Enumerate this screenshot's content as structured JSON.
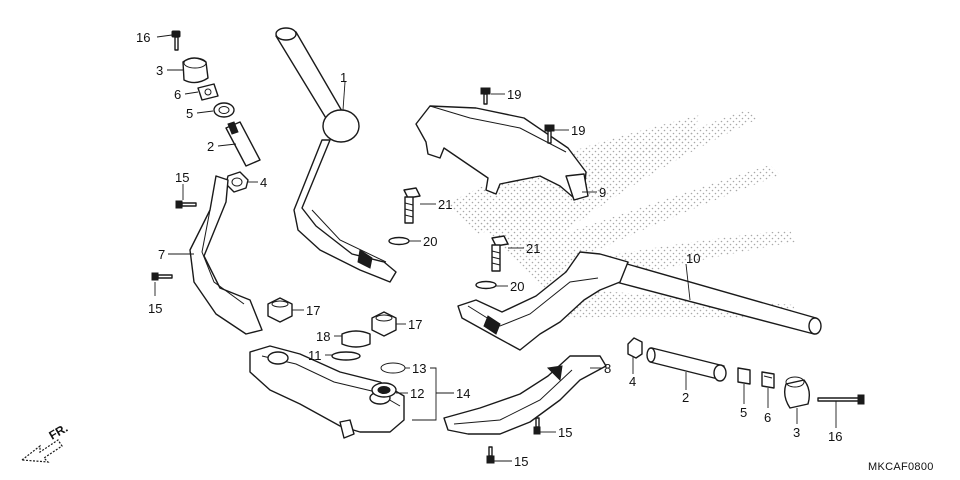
{
  "diagram": {
    "callouts": [
      {
        "id": "c-16a",
        "label": "16"
      },
      {
        "id": "c-3a",
        "label": "3"
      },
      {
        "id": "c-6a",
        "label": "6"
      },
      {
        "id": "c-5a",
        "label": "5"
      },
      {
        "id": "c-2a",
        "label": "2"
      },
      {
        "id": "c-4a",
        "label": "4"
      },
      {
        "id": "c-1",
        "label": "1"
      },
      {
        "id": "c-15a",
        "label": "15"
      },
      {
        "id": "c-7",
        "label": "7"
      },
      {
        "id": "c-15b",
        "label": "15"
      },
      {
        "id": "c-19a",
        "label": "19"
      },
      {
        "id": "c-19b",
        "label": "19"
      },
      {
        "id": "c-9",
        "label": "9"
      },
      {
        "id": "c-21a",
        "label": "21"
      },
      {
        "id": "c-20a",
        "label": "20"
      },
      {
        "id": "c-21b",
        "label": "21"
      },
      {
        "id": "c-20b",
        "label": "20"
      },
      {
        "id": "c-10",
        "label": "10"
      },
      {
        "id": "c-17a",
        "label": "17"
      },
      {
        "id": "c-18",
        "label": "18"
      },
      {
        "id": "c-17b",
        "label": "17"
      },
      {
        "id": "c-11",
        "label": "11"
      },
      {
        "id": "c-13",
        "label": "13"
      },
      {
        "id": "c-12",
        "label": "12"
      },
      {
        "id": "c-14",
        "label": "14"
      },
      {
        "id": "c-8",
        "label": "8"
      },
      {
        "id": "c-15c",
        "label": "15"
      },
      {
        "id": "c-15d",
        "label": "15"
      },
      {
        "id": "c-4b",
        "label": "4"
      },
      {
        "id": "c-2b",
        "label": "2"
      },
      {
        "id": "c-5b",
        "label": "5"
      },
      {
        "id": "c-6b",
        "label": "6"
      },
      {
        "id": "c-3b",
        "label": "3"
      },
      {
        "id": "c-16b",
        "label": "16"
      }
    ],
    "direction_label": "FR.",
    "diagram_code": "MKCAF0800"
  }
}
